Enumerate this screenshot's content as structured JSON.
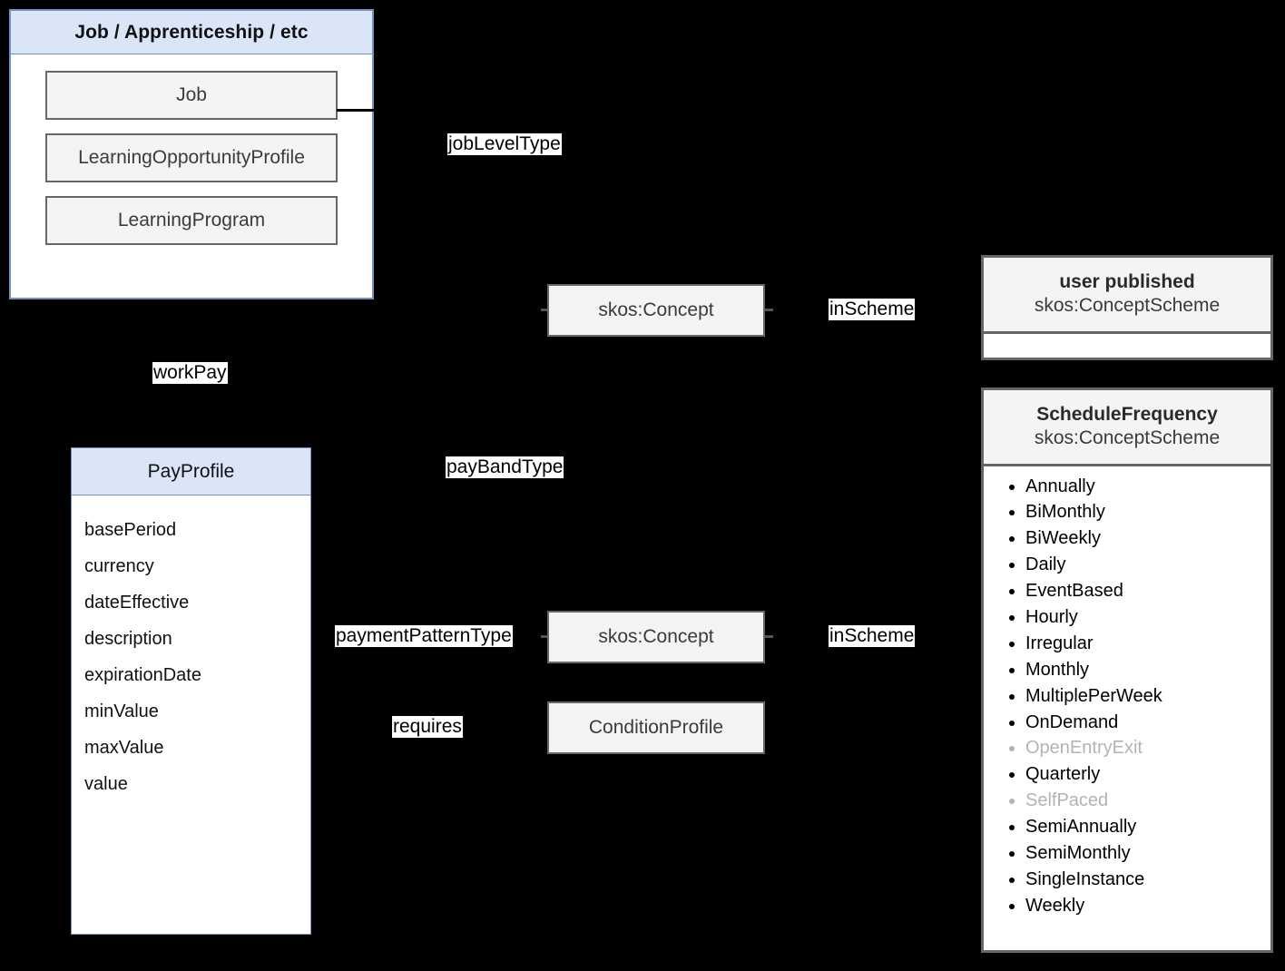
{
  "diagram": {
    "title": "Job / Apprenticeship / etc",
    "background": "#000000",
    "accent_header": "#dbe5f8",
    "accent_border": "#7690c0",
    "entity_fill": "#f4f4f4",
    "entity_border": "#666666",
    "muted_text": "#b3b3b3"
  },
  "group": {
    "header": "Job / Apprenticeship / etc",
    "entities": [
      {
        "label": "Job"
      },
      {
        "label": "LearningOpportunityProfile"
      },
      {
        "label": "LearningProgram"
      }
    ]
  },
  "pay_profile": {
    "header": "PayProfile",
    "attributes": [
      "basePeriod",
      "currency",
      "dateEffective",
      "description",
      "expirationDate",
      "minValue",
      "maxValue",
      "value"
    ]
  },
  "entities": {
    "skos_concept_top": "skos:Concept",
    "skos_concept_bottom": "skos:Concept",
    "condition_profile": "ConditionProfile"
  },
  "edge_labels": {
    "job_level_type": "jobLevelType",
    "in_scheme_top": "inScheme",
    "work_pay": "workPay",
    "pay_band_type": "payBandType",
    "payment_pattern_type": "paymentPatternType",
    "in_scheme_bottom": "inScheme",
    "requires": "requires"
  },
  "schemes": [
    {
      "title": "user published",
      "subtitle": "skos:ConceptScheme",
      "concepts": []
    },
    {
      "title": "ScheduleFrequency",
      "subtitle": "skos:ConceptScheme",
      "concepts": [
        {
          "label": "Annually",
          "muted": false
        },
        {
          "label": "BiMonthly",
          "muted": false
        },
        {
          "label": "BiWeekly",
          "muted": false
        },
        {
          "label": "Daily",
          "muted": false
        },
        {
          "label": "EventBased",
          "muted": false
        },
        {
          "label": "Hourly",
          "muted": false
        },
        {
          "label": "Irregular",
          "muted": false
        },
        {
          "label": "Monthly",
          "muted": false
        },
        {
          "label": "MultiplePerWeek",
          "muted": false
        },
        {
          "label": "OnDemand",
          "muted": false
        },
        {
          "label": "OpenEntryExit",
          "muted": true
        },
        {
          "label": "Quarterly",
          "muted": false
        },
        {
          "label": "SelfPaced",
          "muted": true
        },
        {
          "label": "SemiAnnually",
          "muted": false
        },
        {
          "label": "SemiMonthly",
          "muted": false
        },
        {
          "label": "SingleInstance",
          "muted": false
        },
        {
          "label": "Weekly",
          "muted": false
        }
      ]
    }
  ]
}
